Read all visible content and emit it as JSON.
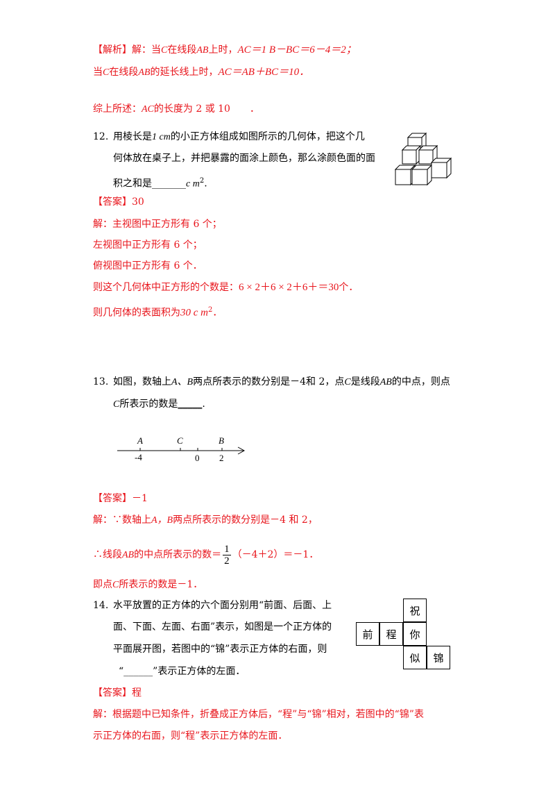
{
  "s11": {
    "l1_prefix": "【解析】解：当",
    "l1_c": "C",
    "l1_mid": "在线段",
    "l1_ab": "AB",
    "l1_mid2": "上时，",
    "l1_eq": "AC＝1 B－BC＝6－4＝2；",
    "l2_prefix": "当",
    "l2_c": "C",
    "l2_mid": "在线段",
    "l2_ab": "AB",
    "l2_mid2": "的延长线上时，",
    "l2_eq": "AC＝AB＋BC＝10．",
    "l3_prefix": "综上所述：",
    "l3_ac": "AC",
    "l3_mid": "的长度为 2 或 10　　．"
  },
  "q12": {
    "num": "12.",
    "l1_a": "用棱长是",
    "l1_unit": "1 cm",
    "l1_b": "的小正方体组成如图所示的几何体，把这个几",
    "l2": "何体放在桌子上，并把暴露的面涂上颜色，那么涂颜色面的面",
    "l3_a": "积之和是",
    "l3_blank": "_______",
    "l3_unit": "c m",
    "l3_sup": "2",
    "l3_end": ".",
    "answer": "【答案】30",
    "s1": "解：主视图中正方形有 6 个；",
    "s2": "左视图中正方形有 6 个；",
    "s3": "俯视图中正方形有 6 个．",
    "s4_a": "则这个几何体中正方形的个数是：",
    "s4_eq": "6 × 2＋6 × 2＋6＋＝30",
    "s4_b": "个．",
    "s5_a": "则几何体的表面积为",
    "s5_eq": "30 c m",
    "s5_sup": "2",
    "s5_end": "．"
  },
  "q13": {
    "num": "13.",
    "l1_a": "如图，数轴上",
    "l1_ab": "A、B",
    "l1_b": "两点所表示的数分别是",
    "l1_v1": "－4",
    "l1_c": "和 2，点",
    "l1_cc": "C",
    "l1_d": "是线段",
    "l1_ab2": "AB",
    "l1_e": "的中点，则点",
    "l2_c": "C",
    "l2_a": "所表示的数是",
    "l2_blank": "_____",
    "l2_end": ".",
    "axis": {
      "label_a": "A",
      "label_c": "C",
      "label_b": "B",
      "tick_m4": "-4",
      "tick_0": "0",
      "tick_2": "2"
    },
    "answer": "【答案】－1",
    "s1_a": "解：∵数轴上",
    "s1_ab": "A，B",
    "s1_b": "两点所表示的数分别是－4 和 2，",
    "s2_a": "∴线段",
    "s2_ab": "AB",
    "s2_b": "的中点所表示的数＝",
    "s2_num": "1",
    "s2_den": "2",
    "s2_c": "（－4＋2）＝－1．",
    "s3_a": "即点",
    "s3_c": "C",
    "s3_b": "所表示的数是－1．"
  },
  "q14": {
    "num": "14.",
    "l1": "水平放置的正方体的六个面分别用“前面、后面、上",
    "l2": "面、下面、左面、右面”表示，如图是一个正方体的",
    "l3": "平面展开图，若图中的“锦”表示正方体的右面，则",
    "l4_a": "“",
    "l4_blank": "______",
    "l4_b": "”表示正方体的左面．",
    "net": [
      "祝",
      "前",
      "程",
      "你",
      "似",
      "锦"
    ],
    "answer": "【答案】程",
    "s1": "解：根据题中已知条件，折叠成正方体后，“程”与“锦”相对，若图中的“锦”表",
    "s2": "示正方体的右面，则“程”表示正方体的左面．"
  }
}
